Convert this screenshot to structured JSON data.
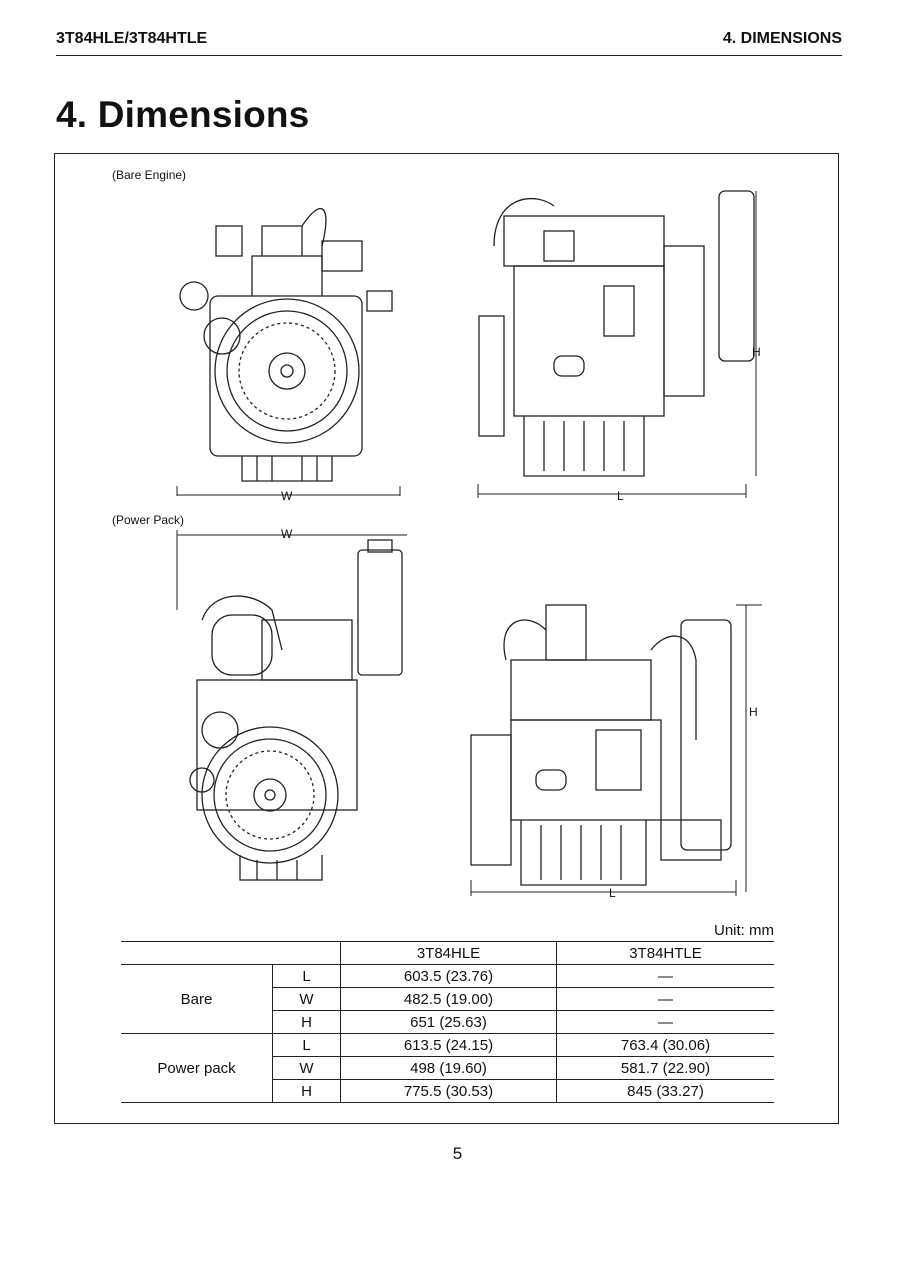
{
  "header": {
    "left": "3T84HLE/3T84HTLE",
    "right": "4. DIMENSIONS"
  },
  "title": "4. Dimensions",
  "captions": {
    "bare": "(Bare Engine)",
    "power_pack": "(Power Pack)"
  },
  "dimension_labels": {
    "w": "W",
    "l": "L",
    "h": "H"
  },
  "unit": "Unit: mm",
  "table": {
    "col_a": "3T84HLE",
    "col_b": "3T84HTLE",
    "groups": [
      {
        "name": "Bare",
        "rows": [
          {
            "dim": "L",
            "a": "603.5 (23.76)",
            "b": "—"
          },
          {
            "dim": "W",
            "a": "482.5 (19.00)",
            "b": "—"
          },
          {
            "dim": "H",
            "a": "651 (25.63)",
            "b": "—"
          }
        ]
      },
      {
        "name": "Power pack",
        "rows": [
          {
            "dim": "L",
            "a": "613.5 (24.15)",
            "b": "763.4 (30.06)"
          },
          {
            "dim": "W",
            "a": "498 (19.60)",
            "b": "581.7 (22.90)"
          },
          {
            "dim": "H",
            "a": "775.5 (30.53)",
            "b": "845 (33.27)"
          }
        ]
      }
    ]
  },
  "page_number": "5"
}
